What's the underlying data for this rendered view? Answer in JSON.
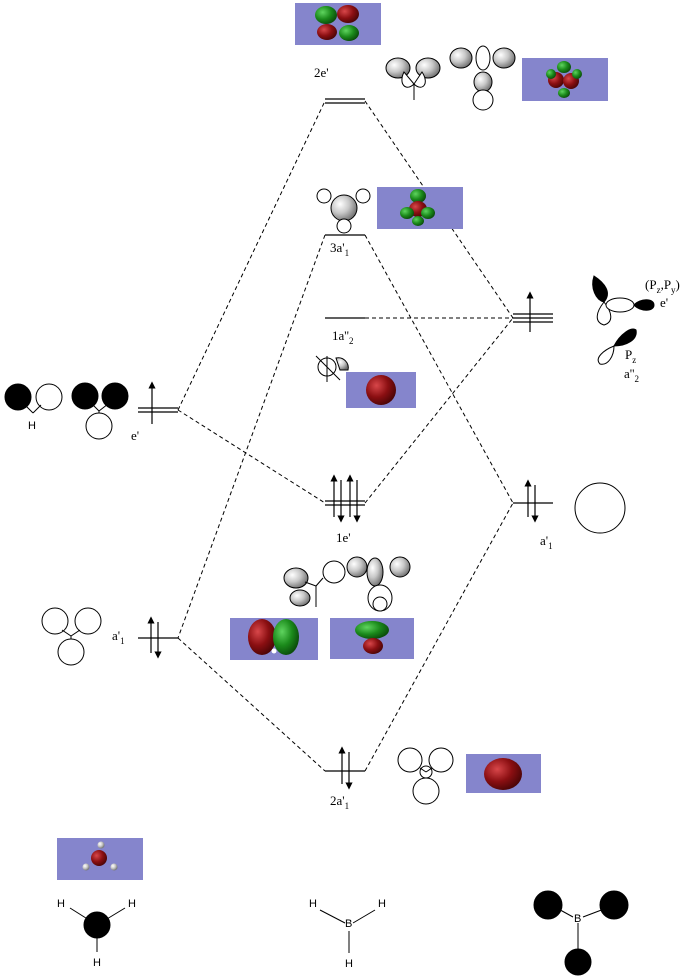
{
  "colors": {
    "panel": "#8585cc",
    "lobe_red": "#8b0f12",
    "lobe_green": "#1b8a1b",
    "line": "#000000",
    "white": "#ffffff"
  },
  "left_fragment": {
    "levels": [
      {
        "label": "e'",
        "electrons": "1 up (degenerate pair)"
      },
      {
        "label": "a'",
        "subscript": "1",
        "electrons": "up/down pair"
      }
    ],
    "h_atom_label": "H"
  },
  "center_mos": [
    {
      "label": "2e'",
      "electrons": "none"
    },
    {
      "label": "3a'",
      "subscript": "1",
      "electrons": "none"
    },
    {
      "label": "1a''",
      "subscript": "2",
      "electrons": "none"
    },
    {
      "label": "1e'",
      "electrons": "two up/down pairs"
    },
    {
      "label": "2a'",
      "subscript": "1",
      "electrons": "up/down pair"
    }
  ],
  "right_fragment": {
    "e_prime": {
      "label": "e'",
      "orbital_prefix": "(P",
      "z": "z",
      "comma": ",P",
      "y": "y",
      "close": ")"
    },
    "a_dprime": {
      "label": "a''",
      "subscript": "2",
      "orbital": "P",
      "orbital_sub": "z"
    },
    "a1": {
      "label": "a'",
      "subscript": "1"
    }
  },
  "bottom_structures": {
    "left": {
      "h1": "H",
      "h2": "H",
      "h3": "H"
    },
    "middle": {
      "center": "B",
      "h1": "H",
      "h2": "H",
      "h3": "H"
    },
    "right": {
      "center": "B"
    }
  }
}
